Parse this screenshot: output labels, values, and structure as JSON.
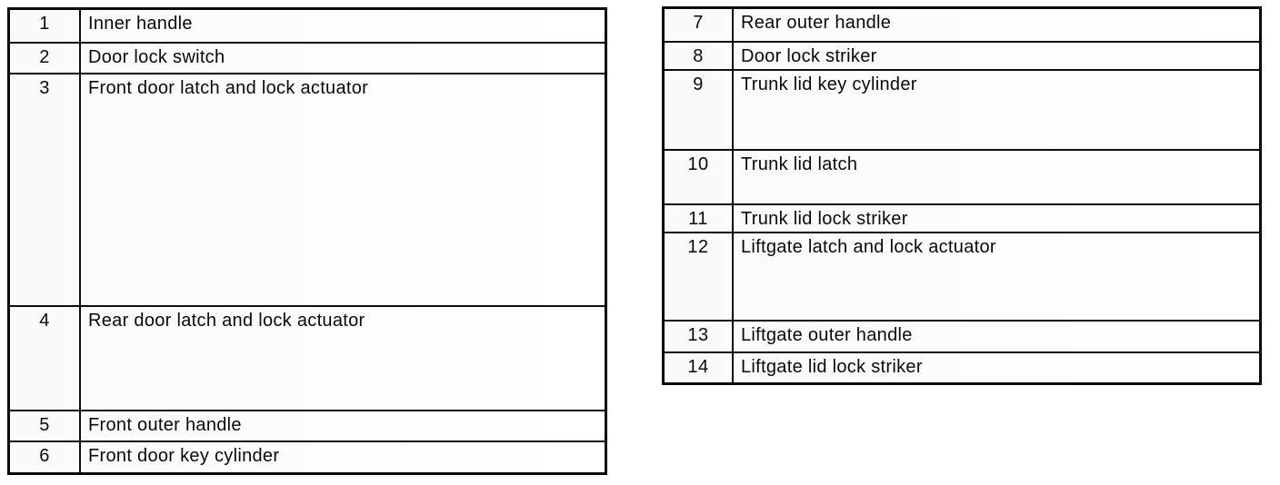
{
  "document": {
    "kind": "scanned-parts-legend",
    "tables": [
      {
        "id": "left",
        "rows": [
          {
            "num": "1",
            "label": "Inner handle"
          },
          {
            "num": "2",
            "label": "Door lock switch"
          },
          {
            "num": "3",
            "label": "Front door latch and lock actuator"
          },
          {
            "num": "4",
            "label": "Rear door latch and lock actuator"
          },
          {
            "num": "5",
            "label": "Front outer handle"
          },
          {
            "num": "6",
            "label": "Front door key cylinder"
          }
        ]
      },
      {
        "id": "right",
        "rows": [
          {
            "num": "7",
            "label": "Rear outer handle"
          },
          {
            "num": "8",
            "label": "Door lock striker"
          },
          {
            "num": "9",
            "label": "Trunk lid key cylinder"
          },
          {
            "num": "10",
            "label": "Trunk lid latch"
          },
          {
            "num": "11",
            "label": "Trunk lid lock striker"
          },
          {
            "num": "12",
            "label": "Liftgate latch and lock actuator"
          },
          {
            "num": "13",
            "label": "Liftgate outer handle"
          },
          {
            "num": "14",
            "label": "Liftgate lid lock striker"
          }
        ]
      }
    ]
  },
  "colors": {
    "ink": "#0a0a0a",
    "paper": "#ffffff"
  }
}
